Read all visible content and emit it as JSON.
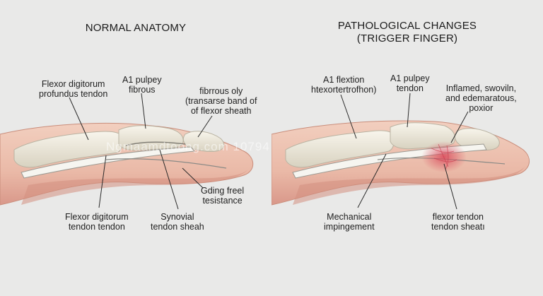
{
  "left": {
    "title": "NORMAL ANATOMY",
    "labels": {
      "fdp_1": "Flexor digitorum",
      "fdp_2": "profundus tendon",
      "a1_1": "A1 pulpey",
      "a1_2": "fibrous",
      "band_1": "fibrrous oly",
      "band_2": "(transarse band of",
      "band_3": "of flexor sheath",
      "glide_1": "Gding freel",
      "glide_2": "tesistance",
      "fdt_1": "Flexor digitorum",
      "fdt_2": "tendon tendon",
      "syn_1": "Synovial",
      "syn_2": "tendon sheah"
    }
  },
  "right": {
    "title_1": "PATHOLOGICAL CHANGES",
    "title_2": "(TRIGGER FINGER)",
    "labels": {
      "flex_1": "A1 flextion",
      "flex_2": "htexortertrofhon)",
      "a1_1": "A1 pulpey",
      "a1_2": "tendon",
      "infl_1": "Inflamed, swoviln,",
      "infl_2": "and edemaratous,",
      "infl_3": "poxior",
      "mech_1": "Mechanical",
      "mech_2": "impingement",
      "ft_1": "flexor tendon",
      "ft_2": "tendon sheatı"
    }
  },
  "watermark": "Ngmaamdtoong.com 10794",
  "colors": {
    "skin": "#ecbfae",
    "skin_dark": "#d99a86",
    "bone": "#eeeadd",
    "bone_edge": "#b9b3a2",
    "tendon": "#f4f3ee",
    "inflamed": "#d9485a"
  }
}
